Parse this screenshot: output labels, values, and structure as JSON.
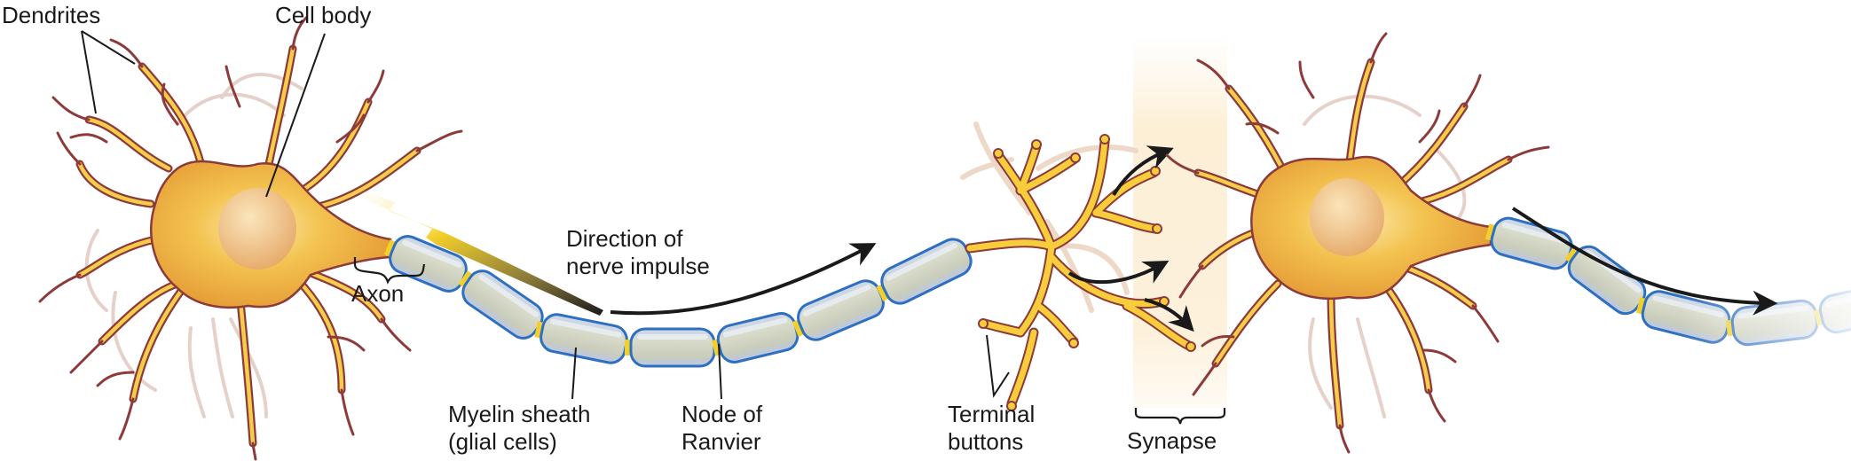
{
  "figure": {
    "title": "Structure of neurons and direction of nerve impulse",
    "labels": {
      "dendrites": "Dendrites",
      "cell_body": "Cell body",
      "axon": "Axon",
      "direction_line1": "Direction of",
      "direction_line2": "nerve impulse",
      "myelin_line1": "Myelin sheath",
      "myelin_line2": "(glial cells)",
      "node_line1": "Node of",
      "node_line2": "Ranvier",
      "terminal_line1": "Terminal",
      "terminal_line2": "buttons",
      "synapse": "Synapse"
    },
    "colors": {
      "cell_fill": "#f6c24a",
      "cell_dark": "#e7a23a",
      "dendrite_outline": "#8c3a3a",
      "dendrite_core": "#f9d24d",
      "myelin_outline": "#2e6fc2",
      "myelin_fill": "#d6d8c6",
      "node": "#f2cf2a",
      "arrow": "#1a1a1a",
      "synapse_band": "#fdf1dc",
      "ghost": "#e7cfc6"
    }
  }
}
